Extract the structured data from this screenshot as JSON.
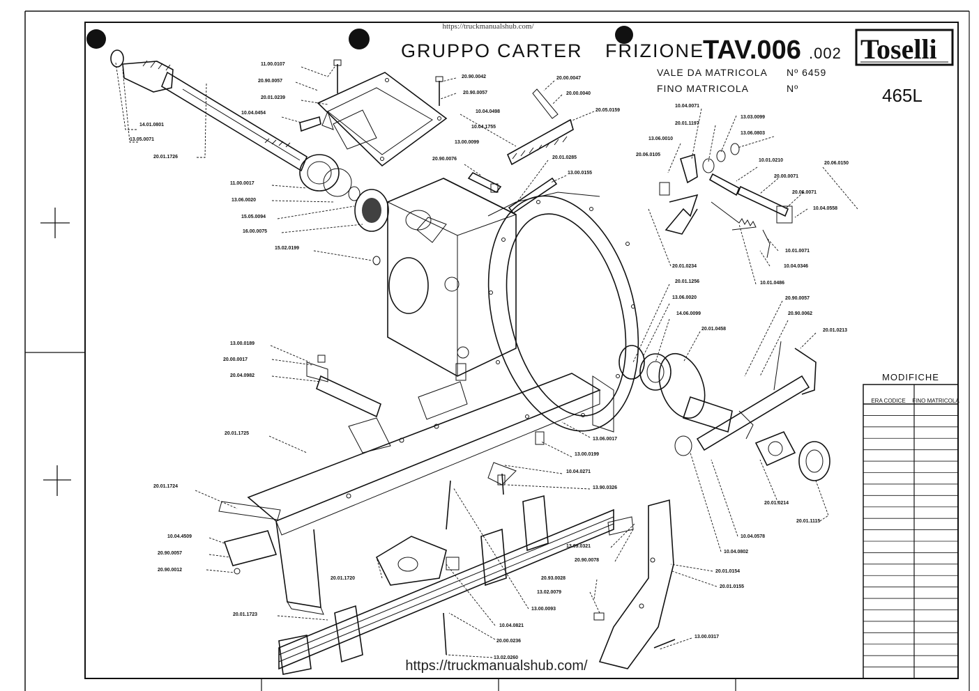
{
  "header": {
    "url_top": "https://truckmanualshub.com/",
    "title_part1": "GRUPPO",
    "title_part2": "CARTER",
    "title_part3": "FRIZIONE",
    "code_main": "TAV.006",
    "code_suffix": ".002",
    "vale_label": "VALE DA MATRICOLA",
    "vale_value": "Nº 6459",
    "fino_label": "FINO MATRICOLA",
    "fino_value": "Nº",
    "model": "465L",
    "brand": "Toselli"
  },
  "footer": {
    "url_bottom": "https://truckmanualshub.com/"
  },
  "modifiche": {
    "title": "MODIFICHE",
    "col1": "ERA CODICE",
    "col2": "FINO MATRICOLA",
    "rows": 24
  },
  "parts": {
    "left_top": [
      "14.01.0801",
      "13.05.0071",
      "20.01.1726"
    ],
    "upper_mid": [
      "11.00.0107",
      "20.90.0057",
      "20.01.0239",
      "10.04.0454"
    ],
    "bearing_stack": [
      "11.00.0017",
      "13.06.0020",
      "15.05.0094",
      "16.00.0075",
      "15.02.0199"
    ],
    "cover": [
      "20.90.0042",
      "20.90.0057",
      "10.04.0498",
      "10.04.1755",
      "13.00.0099",
      "20.90.0076"
    ],
    "lever_top": [
      "20.00.0047",
      "20.00.0040",
      "20.05.0159",
      "20.01.0285",
      "13.00.0155"
    ],
    "right_top": [
      "10.04.0071",
      "20.01.1197",
      "13.03.0099",
      "13.06.0803",
      "13.06.0010",
      "20.06.0105",
      "10.01.0210",
      "20.06.0150",
      "20.00.0071",
      "20.06.0071",
      "10.04.0558"
    ],
    "right_mid": [
      "10.01.0071",
      "10.04.0346",
      "10.01.0486",
      "20.01.0234",
      "20.01.1256",
      "13.06.0020",
      "14.06.0099",
      "20.01.0458",
      "20.90.0057",
      "20.90.0062",
      "20.01.0213"
    ],
    "left_mid": [
      "13.00.0189",
      "20.00.0017",
      "20.04.0982",
      "20.01.1725"
    ],
    "bottom_mid": [
      "13.06.0017",
      "13.00.0199",
      "10.04.0271",
      "13.90.0326"
    ],
    "bottom_left": [
      "20.01.1724",
      "10.04.4509",
      "20.90.0057",
      "20.90.0012",
      "20.01.1720",
      "20.01.1723"
    ],
    "bottom_center": [
      "13.00.0093",
      "10.04.0821",
      "20.00.0236",
      "13.02.0260"
    ],
    "bottom_right": [
      "13.09.0321",
      "20.90.0078",
      "20.93.0028",
      "13.02.0079",
      "13.00.0317",
      "20.01.0154",
      "20.01.0155",
      "10.04.0578",
      "10.04.0802",
      "20.01.0214",
      "20.01.1115"
    ]
  }
}
